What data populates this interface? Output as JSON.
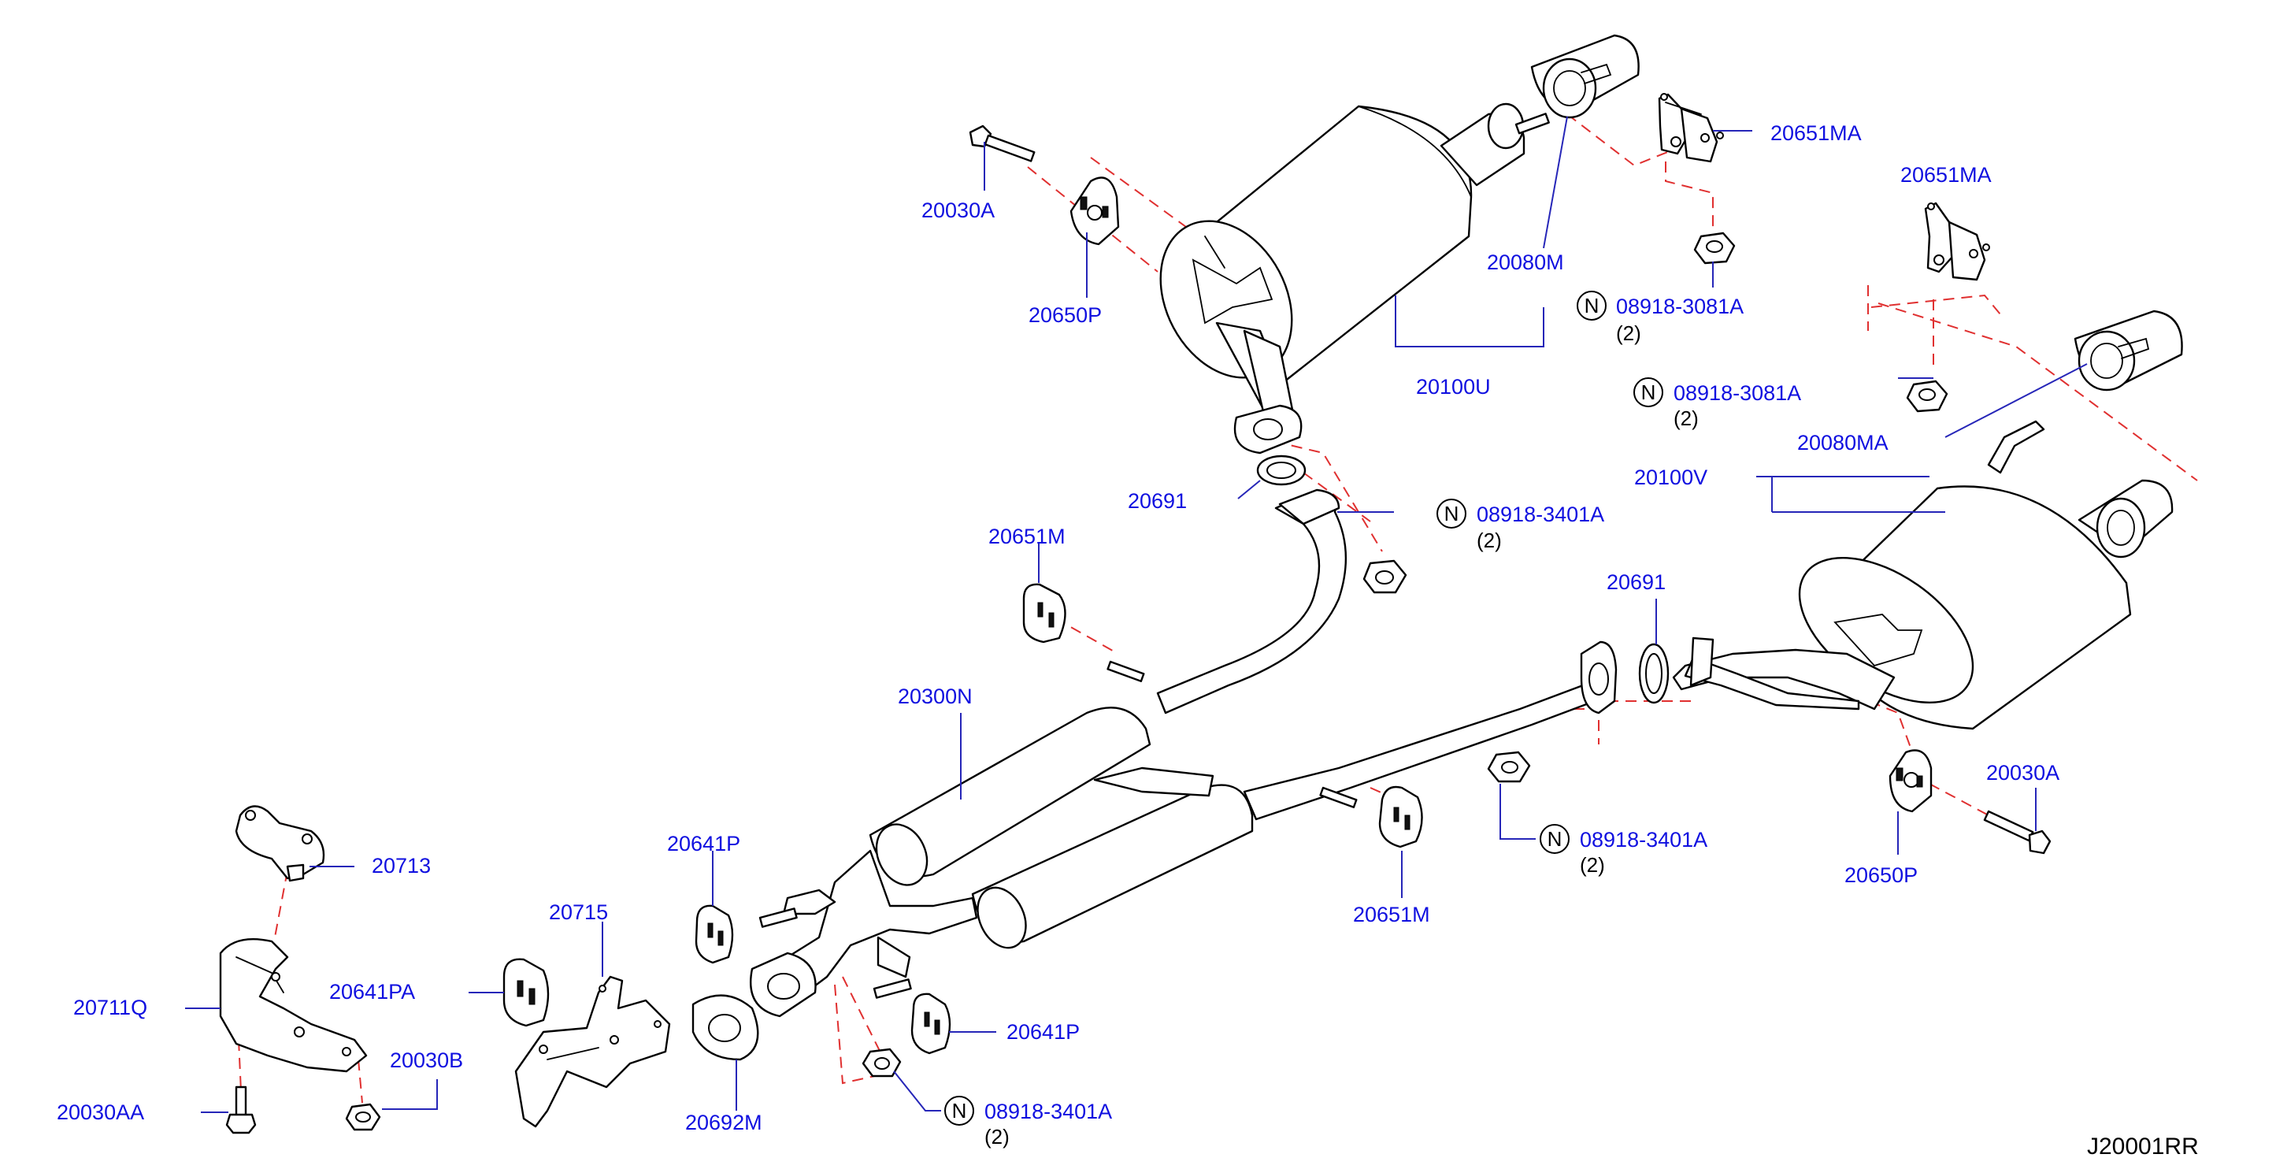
{
  "diagram": {
    "reference_code": "J20001RR",
    "labels": {
      "p20030A_top": "20030A",
      "p20650P_top": "20650P",
      "p20080M": "20080M",
      "p20100U": "20100U",
      "p20651MA_top": "20651MA",
      "p20651MA_right": "20651MA",
      "p20080MA": "20080MA",
      "p20100V": "20100V",
      "p20691_top": "20691",
      "p20691_right": "20691",
      "p20651M_top": "20651M",
      "p20651M_bottom": "20651M",
      "p20300N": "20300N",
      "p20713": "20713",
      "p20715": "20715",
      "p20641P_top": "20641P",
      "p20641P_bottom": "20641P",
      "p20641PA": "20641PA",
      "p20711Q": "20711Q",
      "p20030B": "20030B",
      "p20030AA": "20030AA",
      "p20692M": "20692M",
      "p20030A_right": "20030A",
      "p20650P_right": "20650P"
    },
    "nut_callouts": [
      {
        "symbol": "N",
        "part": "08918-3081A",
        "qty": "(2)"
      },
      {
        "symbol": "N",
        "part": "08918-3081A",
        "qty": "(2)"
      },
      {
        "symbol": "N",
        "part": "08918-3401A",
        "qty": "(2)"
      },
      {
        "symbol": "N",
        "part": "08918-3401A",
        "qty": "(2)"
      },
      {
        "symbol": "N",
        "part": "08918-3401A",
        "qty": "(2)"
      }
    ],
    "colors": {
      "label_text": "#1010e0",
      "leader_line": "#2626b8",
      "dashed_guide": "#e03030",
      "outline": "#000000"
    }
  }
}
